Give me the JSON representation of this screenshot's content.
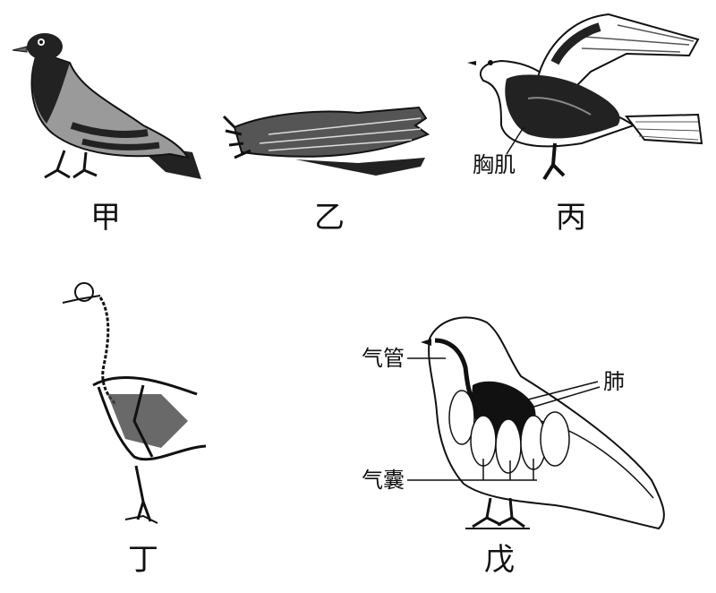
{
  "panels": {
    "jia": {
      "caption": "甲"
    },
    "yi": {
      "caption": "乙"
    },
    "bing": {
      "caption": "丙",
      "label_chest_muscle": "胸肌"
    },
    "ding": {
      "caption": "丁"
    },
    "wu": {
      "caption": "戊",
      "label_trachea": "气管",
      "label_lung": "肺",
      "label_air_sac": "气囊"
    }
  },
  "colors": {
    "ink": "#111111",
    "gray": "#8a8a8a",
    "light": "#c8c8c8",
    "paper": "#ffffff"
  }
}
